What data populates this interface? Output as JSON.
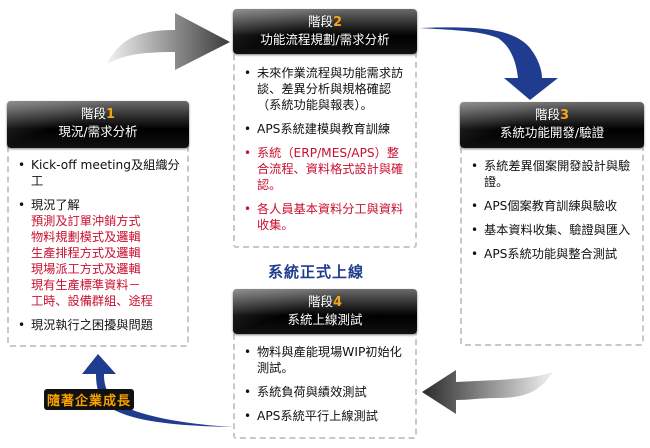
{
  "stages": [
    {
      "stage_label": "階段",
      "number": "1",
      "title": "現況/需求分析",
      "items": [
        {
          "text": "Kick-off meeting及組織分工",
          "color": "black"
        },
        {
          "text": "現況了解",
          "color": "black",
          "sub_items": [
            "預測及訂單沖銷方式",
            "物料規劃模式及邏輯",
            "生產排程方式及邏輯",
            "現場派工方式及邏輯",
            "現有生產標準資料－",
            "工時、設備群組、途程"
          ]
        },
        {
          "text": "現況執行之困擾與問題",
          "color": "black"
        }
      ]
    },
    {
      "stage_label": "階段",
      "number": "2",
      "title": "功能流程規劃/需求分析",
      "items": [
        {
          "text": "未來作業流程與功能需求訪談、差異分析與規格確認（系統功能與報表）。",
          "color": "black"
        },
        {
          "text": "APS系統建模與教育訓練",
          "color": "black"
        },
        {
          "text": "系統（ERP/MES/APS）整合流程、資料格式設計與確認。",
          "color": "red"
        },
        {
          "text": "各人員基本資料分工與資料收集。",
          "color": "red"
        }
      ]
    },
    {
      "stage_label": "階段",
      "number": "3",
      "title": "系統功能開發/驗證",
      "items": [
        {
          "text": "系統差異個案開發設計與驗證。",
          "color": "black"
        },
        {
          "text": "APS個案教育訓練與驗收",
          "color": "black"
        },
        {
          "text": "基本資料收集、驗證與匯入",
          "color": "black"
        },
        {
          "text": "APS系統功能與整合測試",
          "color": "black"
        }
      ]
    },
    {
      "stage_label": "階段",
      "number": "4",
      "title": "系統上線測試",
      "items": [
        {
          "text": "物料與產能現場WIP初始化測試。",
          "color": "black"
        },
        {
          "text": "系統負荷與績效測試",
          "color": "black"
        },
        {
          "text": "APS系統平行上線測試",
          "color": "black"
        }
      ]
    }
  ],
  "annotations": {
    "launch_label": "系統正式上線",
    "growth_label": "隨著企業成長"
  },
  "colors": {
    "stage_number": "#f5a31a",
    "highlight_text": "#c8102e",
    "blue_arrow": "#1f3c8f",
    "growth_label": "#f7a200"
  }
}
